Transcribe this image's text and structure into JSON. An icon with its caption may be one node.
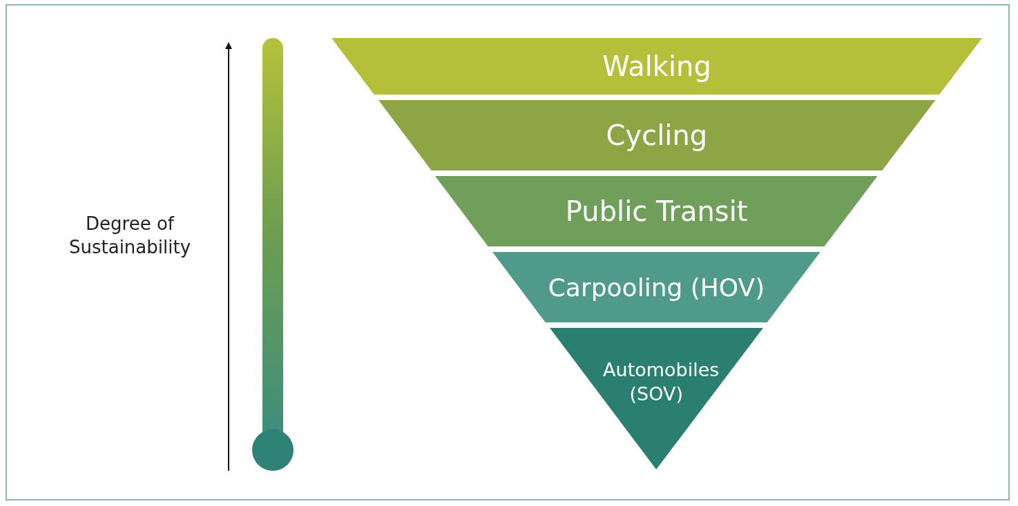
{
  "diagram": {
    "nodes": [
      {
        "text": [
          "Walking"
        ]
      },
      {
        "text": [
          "Cycling"
        ]
      },
      {
        "text": [
          "Public Transit"
        ]
      },
      {
        "text": [
          "Carpooling (HOV)"
        ]
      },
      {
        "text": [
          "Automobiles (SOV)"
        ]
      }
    ],
    "labels": [
      "Degree of Sustainability"
    ]
  }
}
